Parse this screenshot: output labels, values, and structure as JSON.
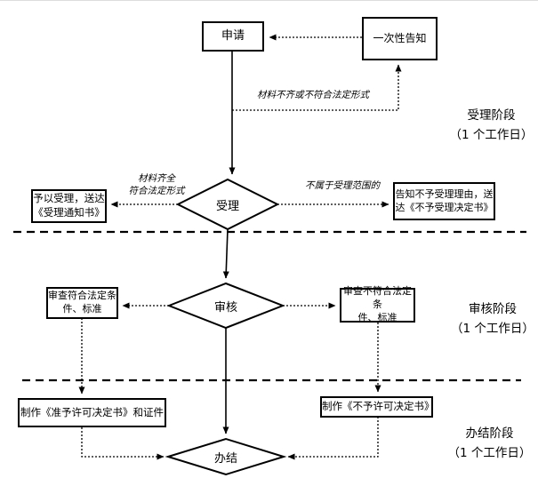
{
  "diagram_type": "flowchart",
  "colors": {
    "line": "#000000",
    "background": "#ffffff",
    "text": "#000000"
  },
  "nodes": {
    "apply": "申请",
    "one_time_notice": "一次性告知",
    "accept": "受理",
    "accept_yes": "予以受理，送达\n《受理通知书》",
    "accept_no": "告知不予受理理由，送\n达《不予受理决定书》",
    "review": "审核",
    "review_pass": "审查符合法定条\n件、标准",
    "review_fail": "审查不符合法定条\n件、标准",
    "make_permit": "制作《准予许可决定书》和证件",
    "make_denial": "制作《不予许可决定书》",
    "complete": "办结"
  },
  "edge_labels": {
    "materials_incomplete": "材料不齐或不符合法定形式",
    "materials_complete": "材料齐全\n符合法定形式",
    "out_of_scope": "不属于受理范围的"
  },
  "stages": [
    {
      "label": "受理阶段\n（1 个工作日）"
    },
    {
      "label": "审核阶段\n（1 个工作日）"
    },
    {
      "label": "办结阶段\n（1 个工作日）"
    }
  ],
  "edges": [
    {
      "from": "one_time_notice",
      "to": "apply",
      "style": "dotted"
    },
    {
      "from": "apply",
      "to": "accept",
      "style": "solid"
    },
    {
      "from": "accept",
      "to": "one_time_notice",
      "style": "dotted",
      "label": "materials_incomplete"
    },
    {
      "from": "accept",
      "to": "accept_yes",
      "style": "dotted",
      "label": "materials_complete"
    },
    {
      "from": "accept",
      "to": "accept_no",
      "style": "dotted",
      "label": "out_of_scope"
    },
    {
      "from": "accept",
      "to": "review",
      "style": "solid"
    },
    {
      "from": "review",
      "to": "review_pass",
      "style": "dotted"
    },
    {
      "from": "review",
      "to": "review_fail",
      "style": "dotted"
    },
    {
      "from": "review",
      "to": "complete",
      "style": "solid"
    },
    {
      "from": "review_pass",
      "to": "make_permit",
      "style": "dotted"
    },
    {
      "from": "review_fail",
      "to": "make_denial",
      "style": "dotted"
    },
    {
      "from": "make_permit",
      "to": "complete",
      "style": "dotted"
    },
    {
      "from": "make_denial",
      "to": "complete",
      "style": "dotted"
    }
  ]
}
